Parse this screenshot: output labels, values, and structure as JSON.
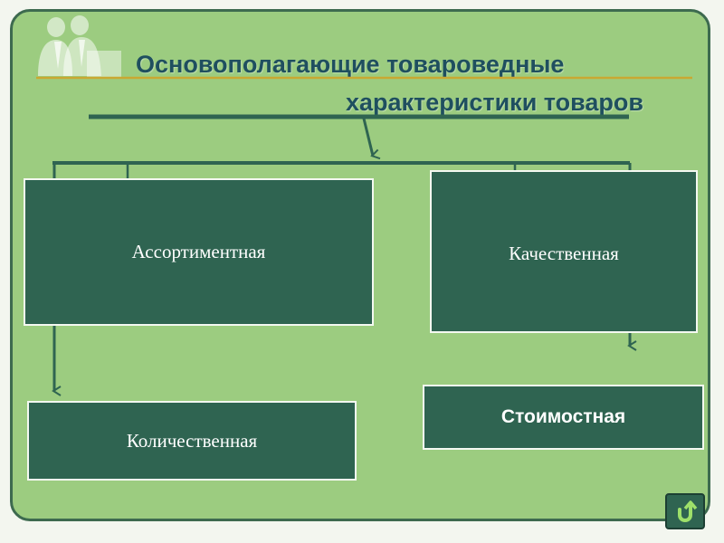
{
  "title": {
    "line1": "Основополагающие  товароведные",
    "line2": "характеристики товаров"
  },
  "boxes": {
    "assortment": "Ассортиментная",
    "quality": "Качественная",
    "quantity": "Количественная",
    "cost": "Стоимостная"
  },
  "icons": {
    "logo": "people-silhouette-logo",
    "nav": "return-arrow-icon"
  },
  "colors": {
    "slide_background": "#9ccc80",
    "box_fill": "#2f6451",
    "title_text": "#1f4f5f",
    "accent_line": "#c9a832"
  }
}
